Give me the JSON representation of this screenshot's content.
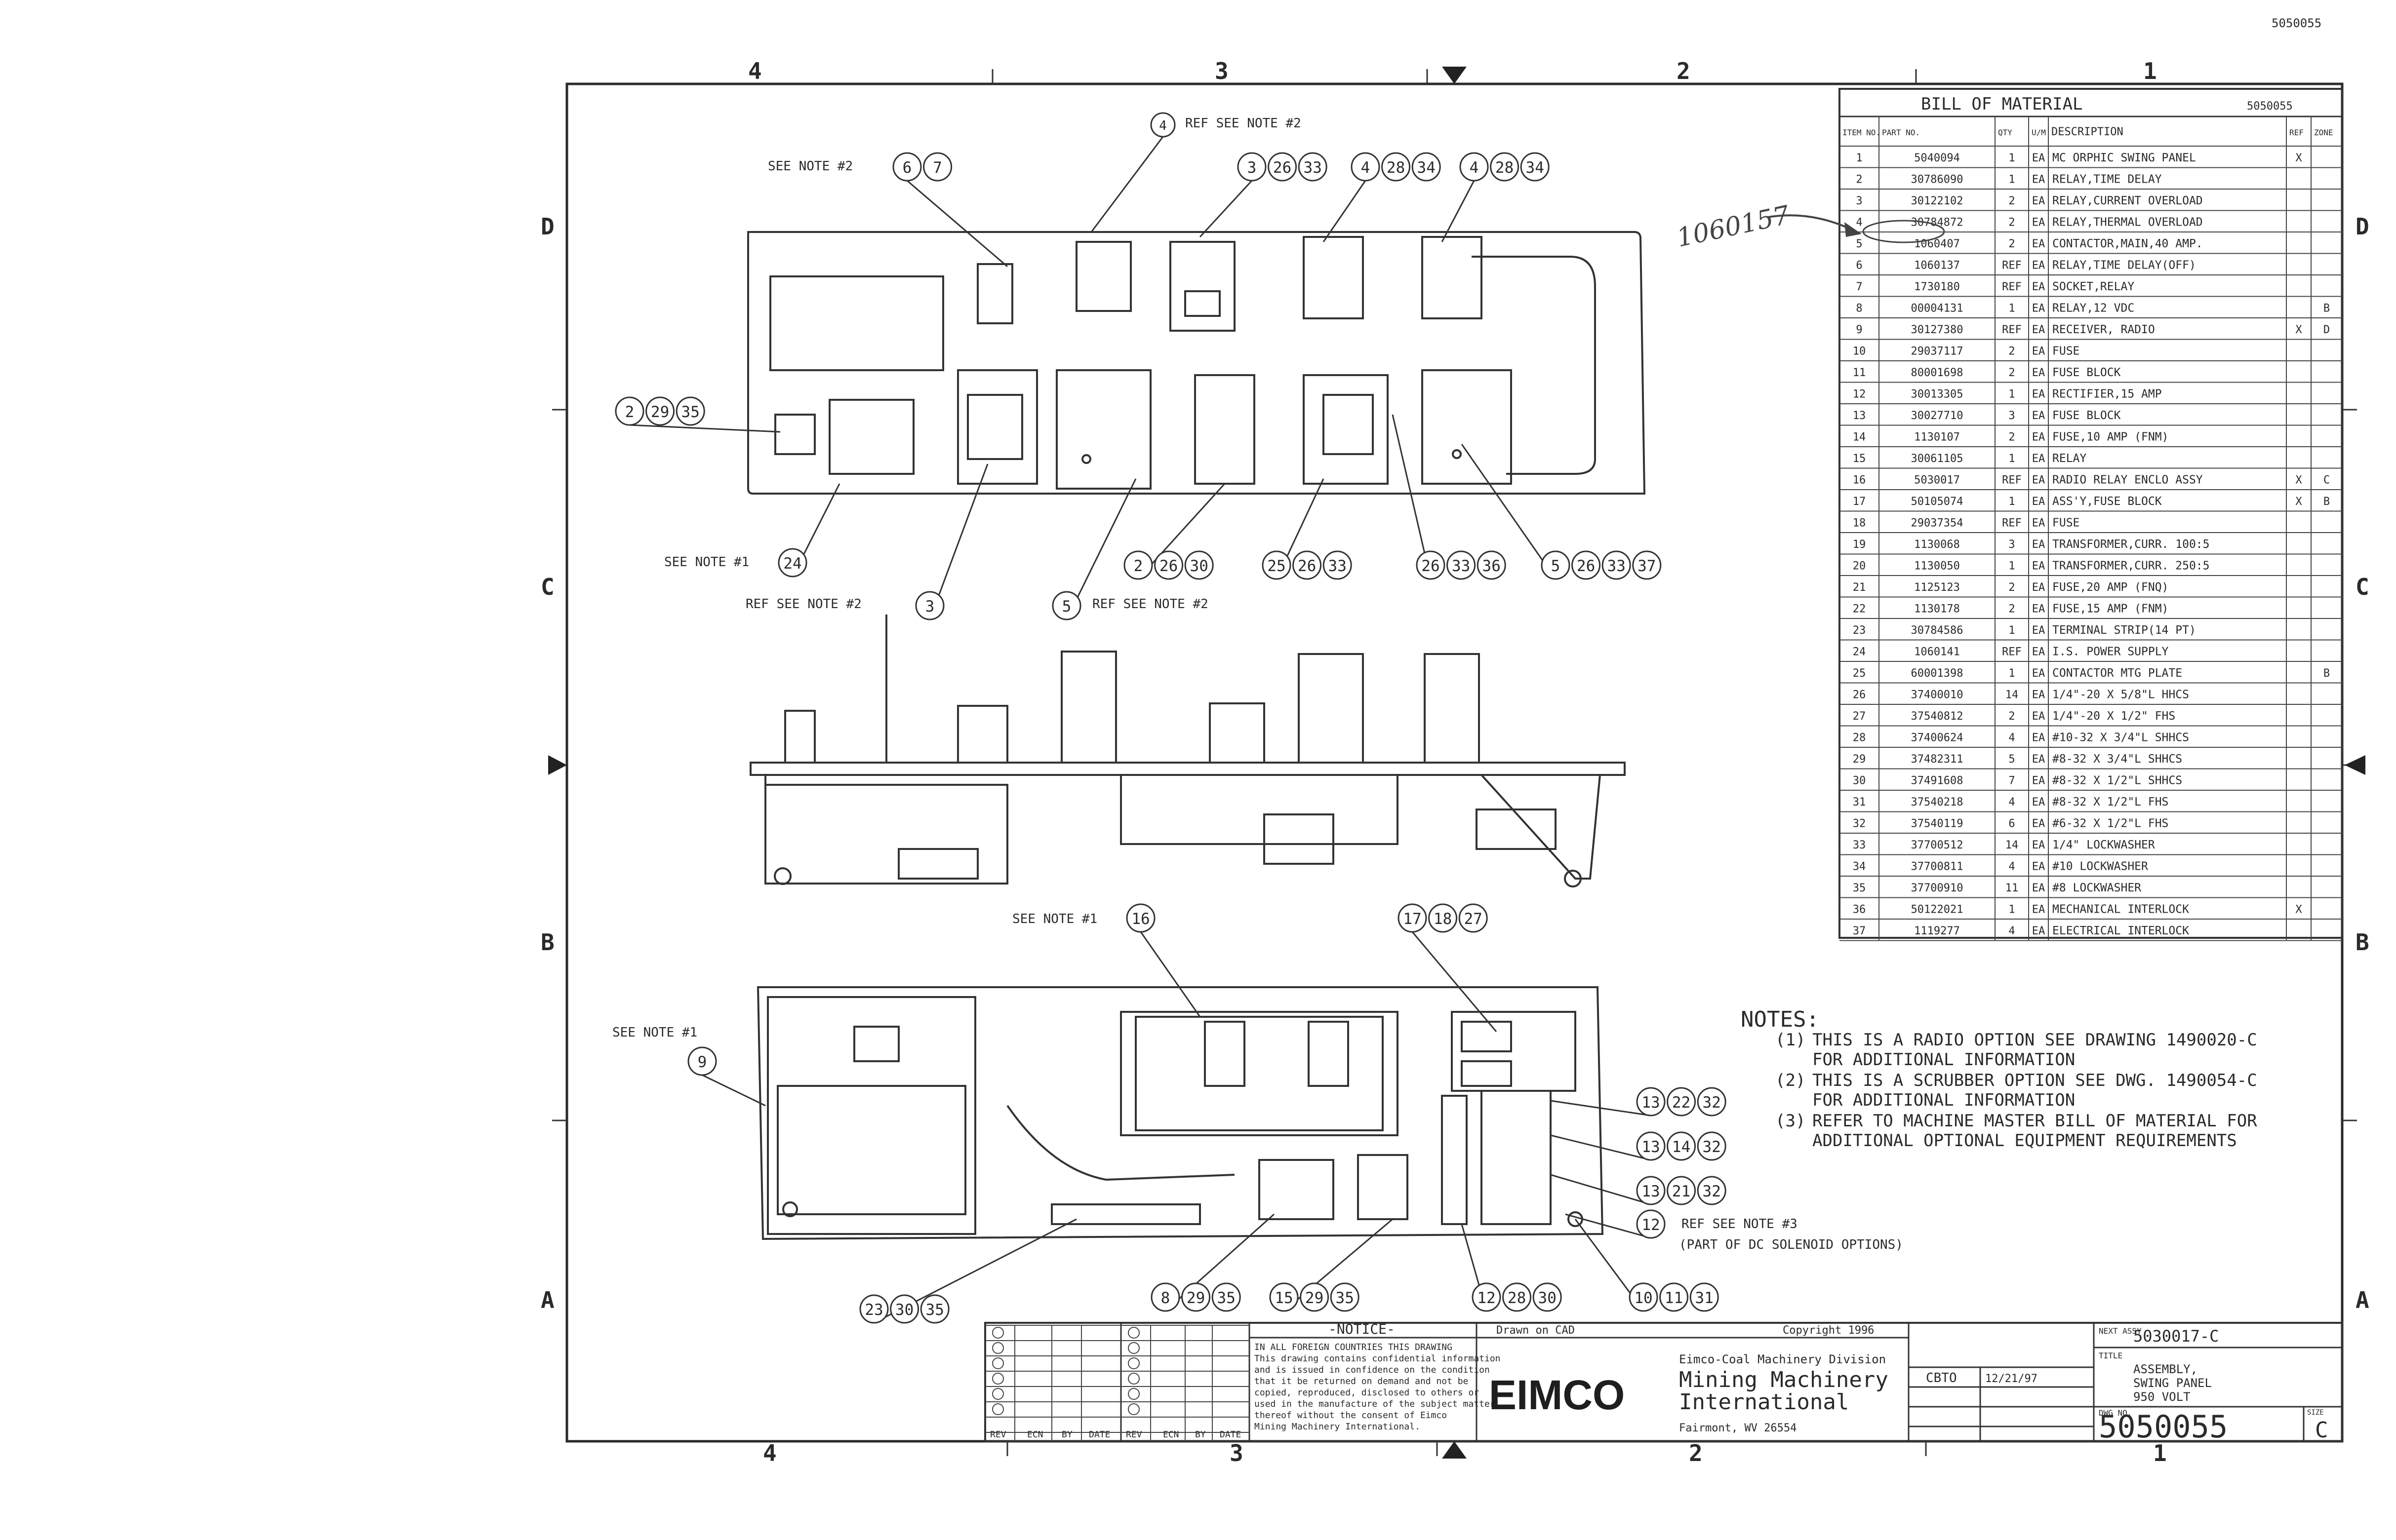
{
  "drawing_ref": "5050055",
  "zones": {
    "columns": [
      "4",
      "3",
      "2",
      "1"
    ],
    "rows": [
      "D",
      "C",
      "B",
      "A"
    ]
  },
  "bom": {
    "title": "BILL OF MATERIAL",
    "doc_no": "5050055",
    "headers": [
      "ITEM NO.",
      "PART NO.",
      "QTY",
      "U/M",
      "DESCRIPTION",
      "REF",
      "ZONE"
    ],
    "rows": [
      [
        "1",
        "5040094",
        "1",
        "EA",
        "MC ORPHIC SWING PANEL",
        "X",
        ""
      ],
      [
        "2",
        "30786090",
        "1",
        "EA",
        "RELAY,TIME DELAY",
        "",
        ""
      ],
      [
        "3",
        "30122102",
        "2",
        "EA",
        "RELAY,CURRENT OVERLOAD",
        "",
        ""
      ],
      [
        "4",
        "30784872",
        "2",
        "EA",
        "RELAY,THERMAL OVERLOAD",
        "",
        ""
      ],
      [
        "5",
        "1060407",
        "2",
        "EA",
        "CONTACTOR,MAIN,40 AMP.",
        "",
        ""
      ],
      [
        "6",
        "1060137",
        "REF",
        "EA",
        "RELAY,TIME DELAY(OFF)",
        "",
        ""
      ],
      [
        "7",
        "1730180",
        "REF",
        "EA",
        "SOCKET,RELAY",
        "",
        ""
      ],
      [
        "8",
        "00004131",
        "1",
        "EA",
        "RELAY,12 VDC",
        "",
        "B"
      ],
      [
        "9",
        "30127380",
        "REF",
        "EA",
        "RECEIVER, RADIO",
        "X",
        "D"
      ],
      [
        "10",
        "29037117",
        "2",
        "EA",
        "FUSE",
        "",
        ""
      ],
      [
        "11",
        "80001698",
        "2",
        "EA",
        "FUSE BLOCK",
        "",
        ""
      ],
      [
        "12",
        "30013305",
        "1",
        "EA",
        "RECTIFIER,15 AMP",
        "",
        ""
      ],
      [
        "13",
        "30027710",
        "3",
        "EA",
        "FUSE BLOCK",
        "",
        ""
      ],
      [
        "14",
        "1130107",
        "2",
        "EA",
        "FUSE,10 AMP (FNM)",
        "",
        ""
      ],
      [
        "15",
        "30061105",
        "1",
        "EA",
        "RELAY",
        "",
        ""
      ],
      [
        "16",
        "5030017",
        "REF",
        "EA",
        "RADIO RELAY ENCLO ASSY",
        "X",
        "C"
      ],
      [
        "17",
        "50105074",
        "1",
        "EA",
        "ASS'Y,FUSE BLOCK",
        "X",
        "B"
      ],
      [
        "18",
        "29037354",
        "REF",
        "EA",
        "FUSE",
        "",
        ""
      ],
      [
        "19",
        "1130068",
        "3",
        "EA",
        "TRANSFORMER,CURR. 100:5",
        "",
        ""
      ],
      [
        "20",
        "1130050",
        "1",
        "EA",
        "TRANSFORMER,CURR. 250:5",
        "",
        ""
      ],
      [
        "21",
        "1125123",
        "2",
        "EA",
        "FUSE,20 AMP (FNQ)",
        "",
        ""
      ],
      [
        "22",
        "1130178",
        "2",
        "EA",
        "FUSE,15 AMP (FNM)",
        "",
        ""
      ],
      [
        "23",
        "30784586",
        "1",
        "EA",
        "TERMINAL STRIP(14 PT)",
        "",
        ""
      ],
      [
        "24",
        "1060141",
        "REF",
        "EA",
        "I.S. POWER SUPPLY",
        "",
        ""
      ],
      [
        "25",
        "60001398",
        "1",
        "EA",
        "CONTACTOR MTG PLATE",
        "",
        "B"
      ],
      [
        "26",
        "37400010",
        "14",
        "EA",
        "1/4\"-20 X 5/8\"L HHCS",
        "",
        ""
      ],
      [
        "27",
        "37540812",
        "2",
        "EA",
        "1/4\"-20 X 1/2\" FHS",
        "",
        ""
      ],
      [
        "28",
        "37400624",
        "4",
        "EA",
        "#10-32 X 3/4\"L SHHCS",
        "",
        ""
      ],
      [
        "29",
        "37482311",
        "5",
        "EA",
        "#8-32 X 3/4\"L SHHCS",
        "",
        ""
      ],
      [
        "30",
        "37491608",
        "7",
        "EA",
        "#8-32 X 1/2\"L SHHCS",
        "",
        ""
      ],
      [
        "31",
        "37540218",
        "4",
        "EA",
        "#8-32 X 1/2\"L FHS",
        "",
        ""
      ],
      [
        "32",
        "37540119",
        "6",
        "EA",
        "#6-32 X 1/2\"L FHS",
        "",
        ""
      ],
      [
        "33",
        "37700512",
        "14",
        "EA",
        "1/4\" LOCKWASHER",
        "",
        ""
      ],
      [
        "34",
        "37700811",
        "4",
        "EA",
        "#10 LOCKWASHER",
        "",
        ""
      ],
      [
        "35",
        "37700910",
        "11",
        "EA",
        "#8 LOCKWASHER",
        "",
        ""
      ],
      [
        "36",
        "50122021",
        "1",
        "EA",
        "MECHANICAL INTERLOCK",
        "X",
        ""
      ],
      [
        "37",
        "1119277",
        "4",
        "EA",
        "ELECTRICAL INTERLOCK",
        "",
        ""
      ]
    ]
  },
  "handwritten_note": "1060157",
  "notes": {
    "heading": "NOTES:",
    "items": [
      {
        "num": "(1)",
        "lines": [
          "THIS IS A RADIO OPTION SEE DRAWING 1490020-C",
          "FOR ADDITIONAL INFORMATION"
        ]
      },
      {
        "num": "(2)",
        "lines": [
          "THIS IS A SCRUBBER OPTION SEE DWG. 1490054-C",
          "FOR ADDITIONAL INFORMATION"
        ]
      },
      {
        "num": "(3)",
        "lines": [
          "REFER TO MACHINE MASTER BILL OF MATERIAL FOR",
          "ADDITIONAL OPTIONAL EQUIPMENT REQUIREMENTS"
        ]
      }
    ]
  },
  "callout_labels": {
    "see_note_2_top": "SEE NOTE #2",
    "ref_see_note_2_top": "REF  SEE NOTE #2",
    "see_note_1_24": "SEE NOTE #1",
    "ref_see_note_2_3": "REF  SEE NOTE #2",
    "ref_see_note_2_5": "REF  SEE NOTE #2",
    "see_note_1_16": "SEE NOTE #1",
    "see_note_1_9": "SEE NOTE #1",
    "ref_see_note_3": "REF  SEE NOTE #3",
    "part_of_dc": "(PART OF DC SOLENOID OPTIONS)"
  },
  "balloons": {
    "top": [
      [
        "4"
      ],
      [
        "6",
        "7"
      ],
      [
        "3",
        "26",
        "33"
      ],
      [
        "4",
        "28",
        "34"
      ],
      [
        "4",
        "28",
        "34"
      ],
      [
        "2",
        "29",
        "35"
      ],
      [
        "24"
      ],
      [
        "3"
      ],
      [
        "5"
      ],
      [
        "2",
        "26",
        "30"
      ],
      [
        "25",
        "26",
        "33"
      ],
      [
        "26",
        "33",
        "36"
      ],
      [
        "5",
        "26",
        "33",
        "37"
      ]
    ],
    "bottom": [
      [
        "16"
      ],
      [
        "17",
        "18",
        "27"
      ],
      [
        "9"
      ],
      [
        "13",
        "22",
        "32"
      ],
      [
        "13",
        "14",
        "32"
      ],
      [
        "13",
        "21",
        "32"
      ],
      [
        "12"
      ],
      [
        "23",
        "30",
        "35"
      ],
      [
        "8",
        "29",
        "35"
      ],
      [
        "15",
        "29",
        "35"
      ],
      [
        "12",
        "28",
        "30"
      ],
      [
        "10",
        "11",
        "31"
      ]
    ]
  },
  "notice": {
    "heading": "-NOTICE-",
    "lines": [
      "IN ALL FOREIGN COUNTRIES THIS DRAWING",
      "This drawing contains confidential information",
      "and is issued in confidence on the condition",
      "that it be returned on demand and not be",
      "copied, reproduced, disclosed to others or",
      "used in the manufacture of the subject matter",
      "thereof without the consent of Eimco",
      "Mining Machinery International."
    ]
  },
  "title_block": {
    "drawn_on": "Drawn on CAD",
    "copyright": "Copyright 1996",
    "company_small": "Eimco-Coal Machinery Division",
    "brand": "EIMCO",
    "company_lines": [
      "Mining Machinery",
      "International"
    ],
    "location": "Fairmont, WV 26554",
    "next_assy_label": "NEXT ASSY",
    "next_assy": "5030017-C",
    "title_label": "TITLE",
    "title_lines": [
      "ASSEMBLY,",
      "SWING PANEL",
      "950 VOLT"
    ],
    "dwg_label": "DWG NO.",
    "drawing_number": "5050055",
    "size_label": "SIZE",
    "size": "C",
    "drawn_by": "CBTO",
    "date": "12/21/97",
    "rev_headers": [
      "REV",
      "ECN",
      "BY",
      "DATE"
    ]
  }
}
